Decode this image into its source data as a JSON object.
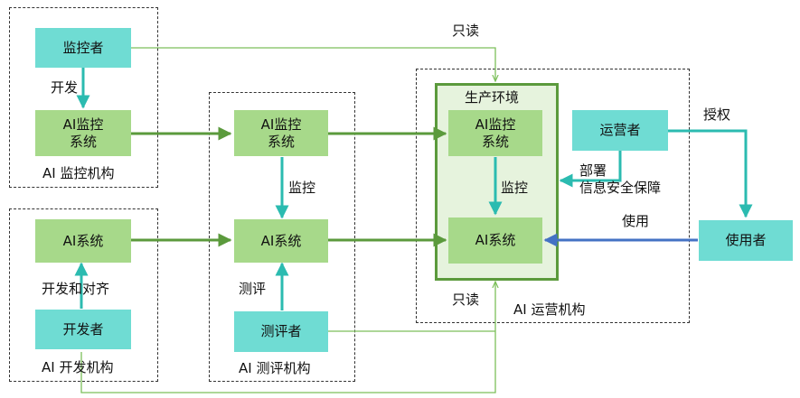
{
  "orgs": {
    "monitor": "AI 监控机构",
    "developer": "AI 开发机构",
    "evaluator": "AI 测评机构",
    "operator": "AI 运营机构"
  },
  "production_env": "生产环境",
  "nodes": {
    "monitor_person": "监控者",
    "monitor_system_left": "AI监控\n系统",
    "developer_ai_system": "AI系统",
    "developer_person": "开发者",
    "eval_monitor_system": "AI监控\n系统",
    "eval_ai_system": "AI系统",
    "evaluator_person": "测评者",
    "prod_monitor_system": "AI监控\n系统",
    "prod_ai_system": "AI系统",
    "operator_person": "运营者",
    "user_person": "使用者"
  },
  "edge_labels": {
    "develop": "开发",
    "develop_align": "开发和对齐",
    "eval_monitor": "监控",
    "evaluate": "测评",
    "prod_monitor": "监控",
    "readonly_top": "只读",
    "readonly_bottom": "只读",
    "authorize": "授权",
    "deploy": "部署",
    "security": "信息安全保障",
    "use": "使用"
  },
  "colors": {
    "person_box": "#6fdcd3",
    "system_box": "#a7d98a",
    "arrow_green": "#5b9a3c",
    "arrow_teal": "#2bbbb0",
    "arrow_blue": "#4472c4",
    "readonly_line": "#7cbf5a"
  }
}
